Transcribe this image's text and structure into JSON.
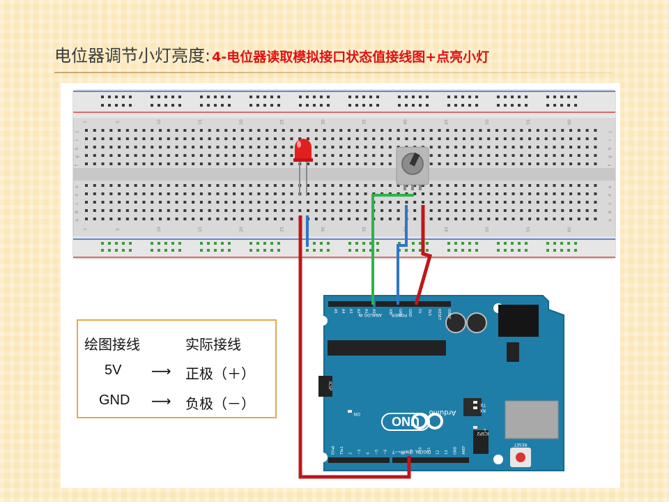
{
  "slide": {
    "title_main": "电位器调节小灯亮度:",
    "title_sub": "4-电位器读取模拟接口状态值接线图+点亮小灯",
    "colors": {
      "title_sub": "#e01010",
      "background": "#fbe7b8",
      "legend_border": "#e4a84a",
      "wire_red": "#c0161a",
      "wire_blue": "#2f76c7",
      "wire_green": "#2db34a",
      "board": "#1f7ea8"
    }
  },
  "diagram": {
    "breadboard": {
      "column_numbers": [
        "1",
        "5",
        "10",
        "15",
        "20",
        "25",
        "30",
        "35",
        "40",
        "45",
        "50",
        "55",
        "60"
      ],
      "row_letters_top": [
        "j",
        "i",
        "h",
        "g",
        "f"
      ],
      "row_letters_bottom": [
        "e",
        "d",
        "c",
        "b",
        "a"
      ]
    },
    "board": {
      "logo_text": "UNO",
      "brand_text": "Arduino",
      "power_header_labels": [
        "IOREF",
        "RESET",
        "3V3",
        "5V",
        "GND",
        "GND",
        "VIN"
      ],
      "analog_header_labels": [
        "A0",
        "A1",
        "A2",
        "A3",
        "A4",
        "A5"
      ],
      "power_label": "POWER",
      "analog_label": "ANALOG IN",
      "digital_label": "DIGITAL (PWM=~)",
      "digital_pin_labels": [
        "AREF",
        "GND",
        "13",
        "12",
        "~11",
        "~10",
        "~9",
        "8",
        "7",
        "~6",
        "~5",
        "4",
        "~3",
        "2",
        "TX▸1",
        "RX◂0"
      ],
      "led_labels": [
        "TX",
        "RX",
        "L",
        "ON"
      ],
      "icsp_label": "ICSP",
      "icsp2_label": "ICSP2",
      "reset_label": "RESET"
    }
  },
  "legend": {
    "header_left": "绘图接线",
    "header_right": "实际接线",
    "rows": [
      {
        "left": "5V",
        "arrow": "⟶",
        "right": "正极（＋）"
      },
      {
        "left": "GND",
        "arrow": "⟶",
        "right": "负极（－）"
      }
    ]
  }
}
